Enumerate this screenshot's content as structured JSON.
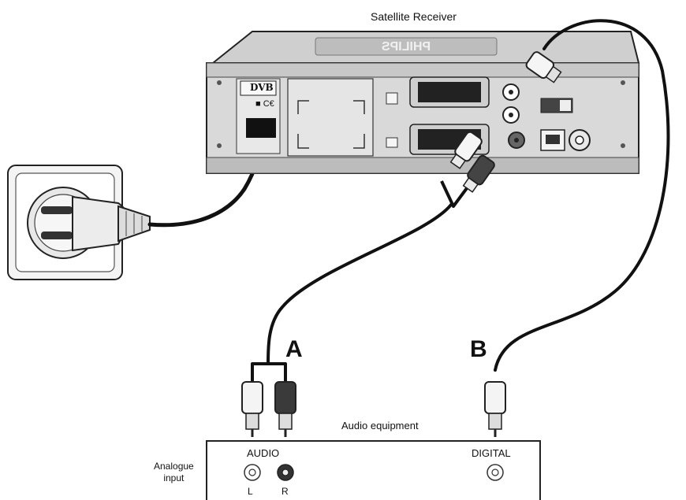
{
  "labels": {
    "receiver": "Satellite Receiver",
    "cable_a": "A",
    "cable_b": "B",
    "audio_equipment": "Audio equipment",
    "audio": "AUDIO",
    "digital": "DIGITAL",
    "analogue_input": "Analogue\ninput",
    "left": "L",
    "right": "R",
    "dvb": "DVB",
    "ce": "■ C€"
  },
  "logo_text": "PHILIPS",
  "colors": {
    "line": "#111111",
    "panel": "#d9d9d9",
    "panel_dark": "#9a9a9a",
    "background": "#ffffff"
  }
}
